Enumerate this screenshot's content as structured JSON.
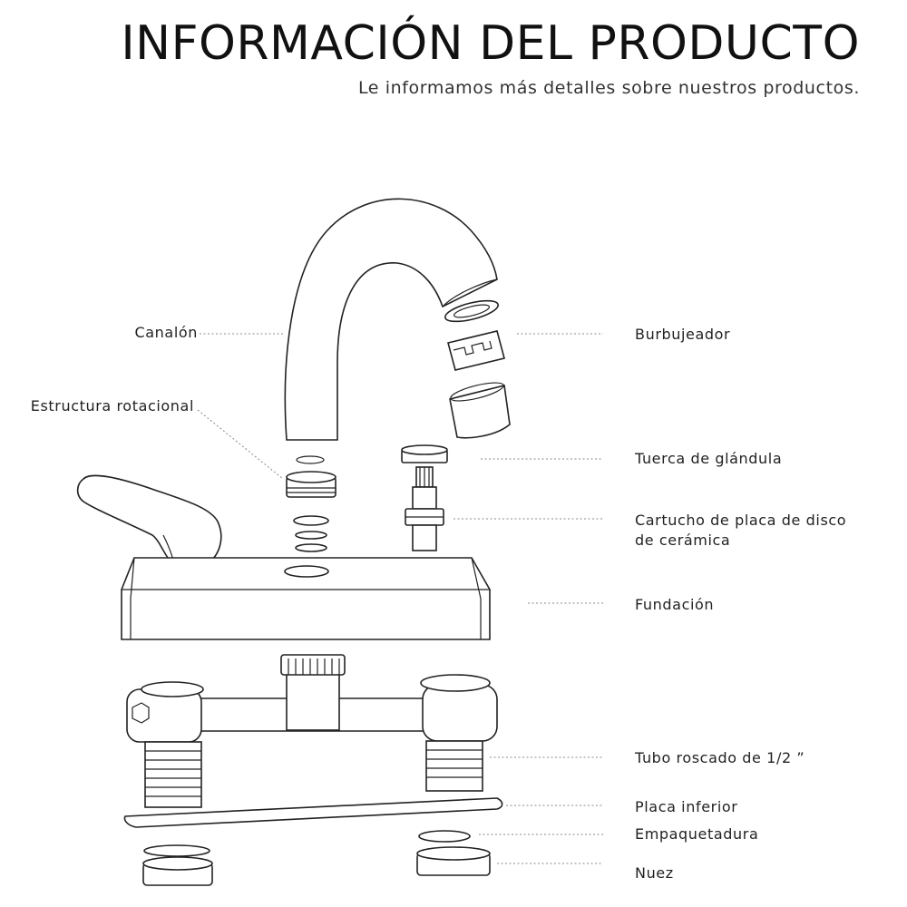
{
  "header": {
    "title": "INFORMACIÓN DEL PRODUCTO",
    "subtitle": "Le informamos más detalles sobre nuestros productos."
  },
  "parts": {
    "canalon": "Canalón",
    "estructura": "Estructura rotacional",
    "burbujeador": "Burbujeador",
    "tuerca": "Tuerca de glándula",
    "cartucho_1": "Cartucho de placa de disco",
    "cartucho_2": "de cerámica",
    "fundacion": "Fundación",
    "tubo": "Tubo roscado de 1/2 ”",
    "placa": "Placa inferior",
    "empaquetadura": "Empaquetadura",
    "nuez": "Nuez"
  }
}
